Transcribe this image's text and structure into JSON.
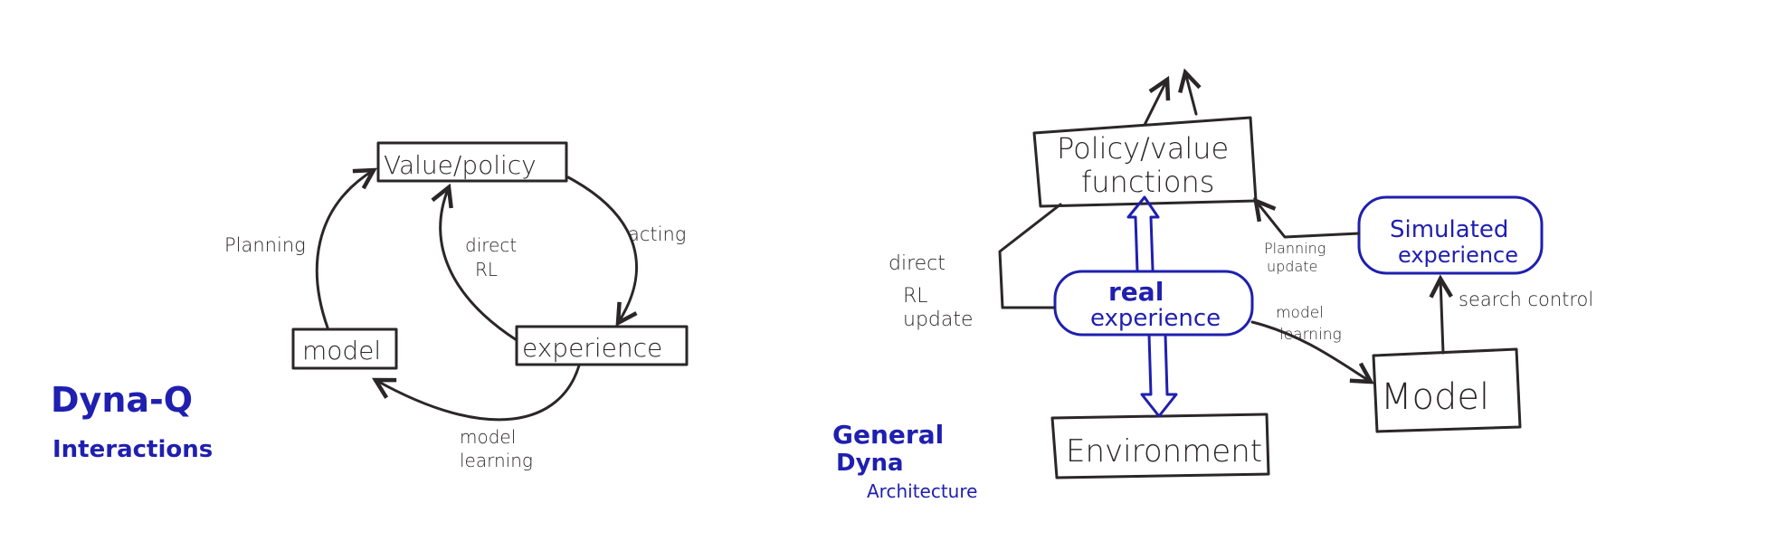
{
  "dyna_q": {
    "title": "Dyna-Q",
    "subtitle": "Interactions",
    "nodes": {
      "value_policy": "Value/policy",
      "model": "model",
      "experience": "experience"
    },
    "edges": {
      "planning": "Planning",
      "direct_rl_1": "direct",
      "direct_rl_2": "RL",
      "acting": "acting",
      "model_learning_1": "model",
      "model_learning_2": "learning"
    }
  },
  "general_dyna": {
    "title_1": "General",
    "title_2": "Dyna",
    "title_3": "Architecture",
    "nodes": {
      "policy_value_1": "Policy/value",
      "policy_value_2": "functions",
      "real_experience_1": "real",
      "real_experience_2": "experience",
      "simulated_experience_1": "Simulated",
      "simulated_experience_2": "experience",
      "environment": "Environment",
      "model": "Model"
    },
    "edges": {
      "direct_rl_update_1": "direct",
      "direct_rl_update_2": "RL",
      "direct_rl_update_3": "update",
      "planning_update_1": "Planning",
      "planning_update_2": "update",
      "model_learning_1": "model",
      "model_learning_2": "learning",
      "search_control": "search control"
    }
  },
  "colors": {
    "ink": "#2b2628",
    "blue": "#1f1fb0"
  }
}
